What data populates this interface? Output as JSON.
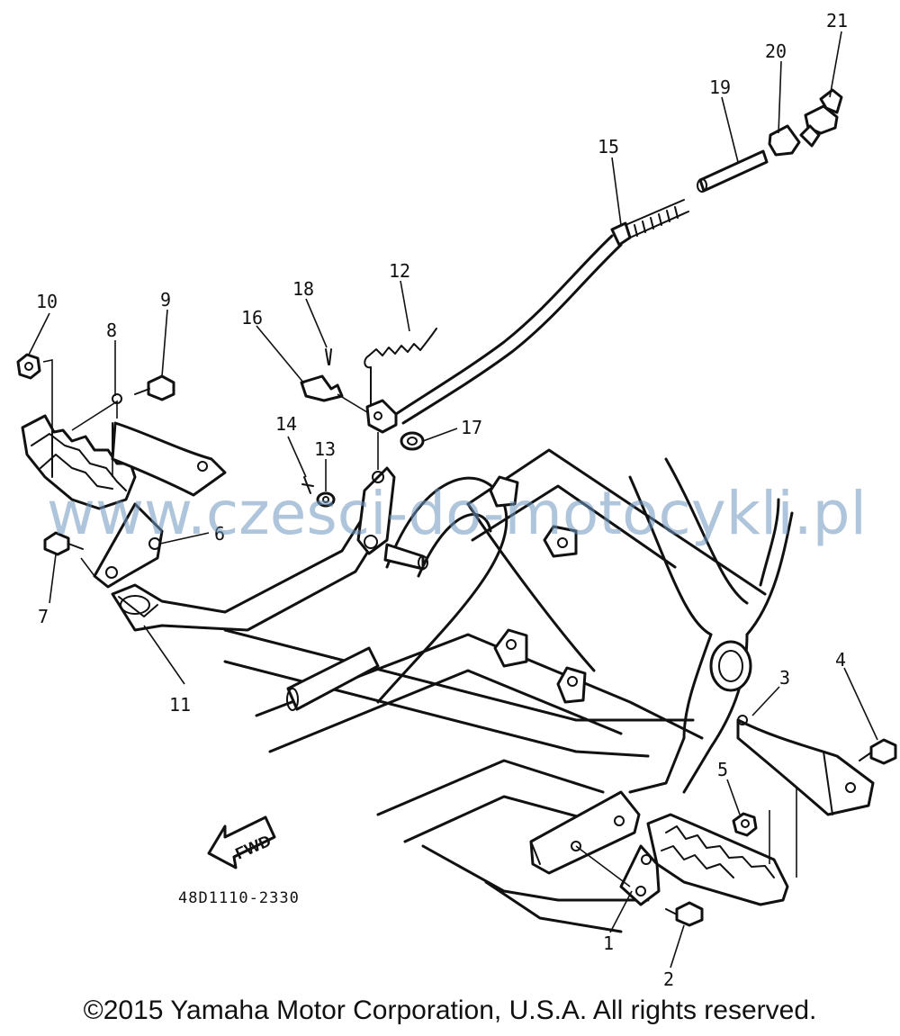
{
  "diagram": {
    "callouts": {
      "c1": "1",
      "c2": "2",
      "c3": "3",
      "c4": "4",
      "c5": "5",
      "c6": "6",
      "c7": "7",
      "c8": "8",
      "c9": "9",
      "c10": "10",
      "c11": "11",
      "c12": "12",
      "c13": "13",
      "c14": "14",
      "c15": "15",
      "c16": "16",
      "c17": "17",
      "c18": "18",
      "c19": "19",
      "c20": "20",
      "c21": "21"
    },
    "fwd_label": "FWD",
    "part_code": "48D1110-2330"
  },
  "watermark": "www.czesci-do-motocykli.pl",
  "copyright": "©2015 Yamaha Motor Corporation, U.S.A. All rights reserved."
}
